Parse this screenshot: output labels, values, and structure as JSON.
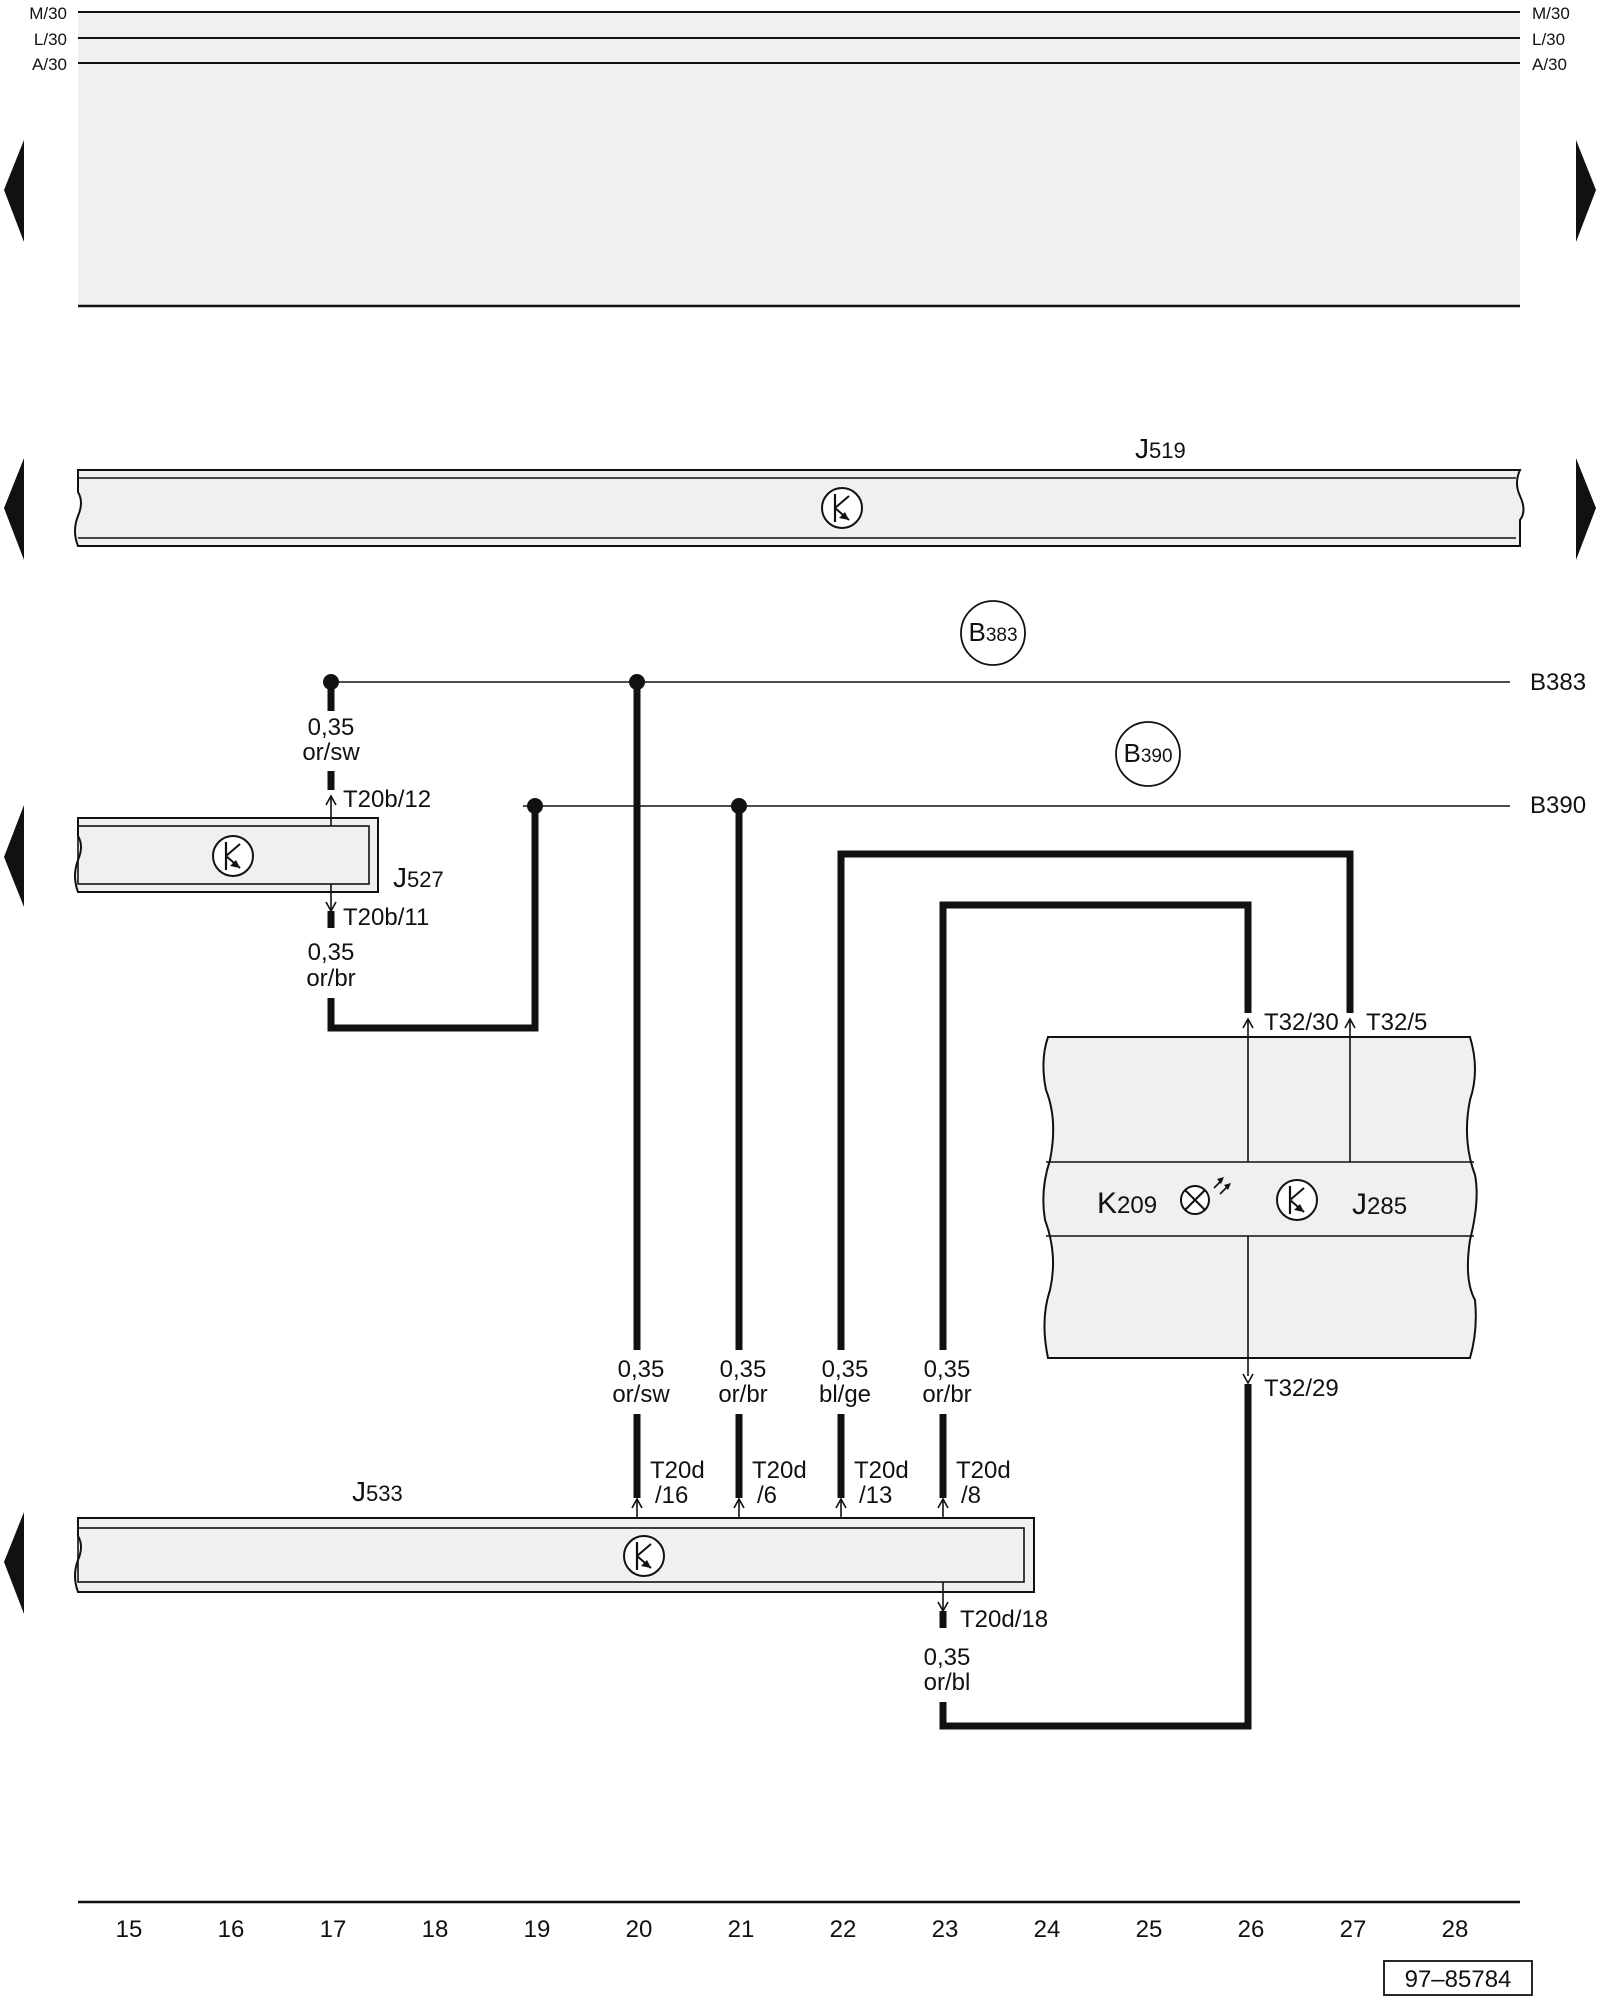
{
  "rails": [
    {
      "left": "M/30",
      "right": "M/30"
    },
    {
      "left": "L/30",
      "right": "L/30"
    },
    {
      "left": "A/30",
      "right": "A/30"
    }
  ],
  "components": {
    "j519": {
      "letter": "J",
      "number": "519"
    },
    "j527": {
      "letter": "J",
      "number": "527"
    },
    "j533": {
      "letter": "J",
      "number": "533"
    },
    "k209": {
      "letter": "K",
      "number": "209"
    },
    "j285": {
      "letter": "J",
      "number": "285"
    }
  },
  "buses": {
    "b383": {
      "circle_letter": "B",
      "circle_number": "383",
      "end_label": "B383"
    },
    "b390": {
      "circle_letter": "B",
      "circle_number": "390",
      "end_label": "B390"
    }
  },
  "wires": {
    "j527_top": {
      "size": "0,35",
      "color": "or/sw"
    },
    "j527_bottom": {
      "size": "0,35",
      "color": "or/br"
    },
    "col20": {
      "size": "0,35",
      "color": "or/sw"
    },
    "col21": {
      "size": "0,35",
      "color": "or/br"
    },
    "col22": {
      "size": "0,35",
      "color": "bl/ge"
    },
    "col23": {
      "size": "0,35",
      "color": "or/br"
    },
    "j533_out": {
      "size": "0,35",
      "color": "or/bl"
    }
  },
  "pins": {
    "t20b_12": "T20b/12",
    "t20b_11": "T20b/11",
    "t32_30": "T32/30",
    "t32_5": "T32/5",
    "t32_29": "T32/29",
    "t20d_16": [
      "T20d",
      "/16"
    ],
    "t20d_6": [
      "T20d",
      "/6"
    ],
    "t20d_13": [
      "T20d",
      "/13"
    ],
    "t20d_8": [
      "T20d",
      "/8"
    ],
    "t20d_18": "T20d/18"
  },
  "track_numbers": [
    "15",
    "16",
    "17",
    "18",
    "19",
    "20",
    "21",
    "22",
    "23",
    "24",
    "25",
    "26",
    "27",
    "28"
  ],
  "drawing_number": "97–85784"
}
